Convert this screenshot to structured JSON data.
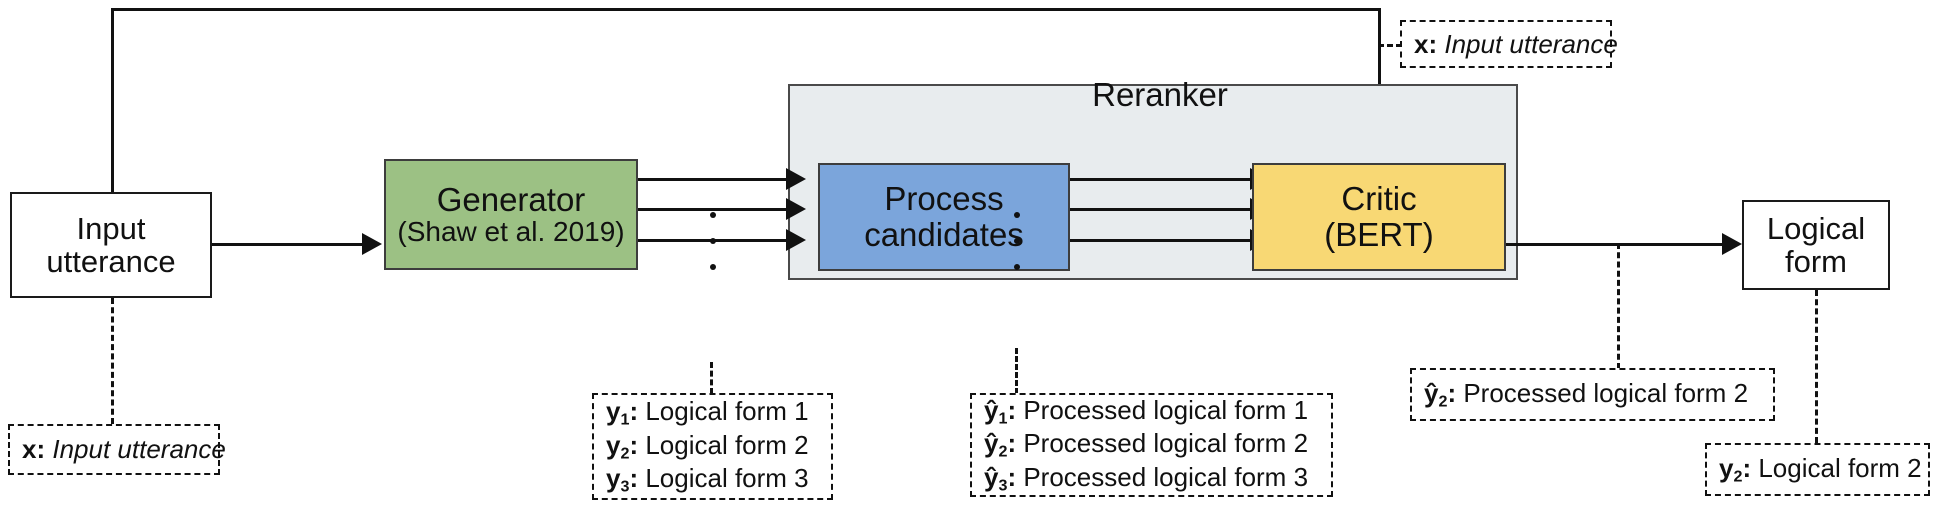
{
  "diagram": {
    "title": "Generator-Reranker semantic parsing pipeline",
    "colors": {
      "generator_fill": "#9cc184",
      "process_fill": "#7ba5db",
      "critic_fill": "#f8d874",
      "reranker_fill": "#e8ecee",
      "stroke": "#1a1a1a"
    },
    "nodes": {
      "input_utterance": {
        "line1": "Input",
        "line2": "utterance"
      },
      "generator": {
        "line1": "Generator",
        "line2": "(Shaw et al. 2019)"
      },
      "process_candidates": {
        "line1": "Process",
        "line2": "candidates"
      },
      "critic": {
        "line1": "Critic",
        "line2": "(BERT)"
      },
      "logical_form": {
        "line1": "Logical",
        "line2": "form"
      },
      "reranker_group": {
        "label": "Reranker"
      }
    },
    "legends": {
      "input_bottom": {
        "symbol": "x",
        "separator": ":",
        "text": "Input utterance"
      },
      "input_top_right": {
        "symbol": "x",
        "separator": ":",
        "text": "Input utterance"
      },
      "generator_candidates": {
        "rows": [
          {
            "symbol": "y",
            "subscript": "1",
            "separator": ":",
            "text": "Logical form 1"
          },
          {
            "symbol": "y",
            "subscript": "2",
            "separator": ":",
            "text": "Logical form 2"
          },
          {
            "symbol": "y",
            "subscript": "3",
            "separator": ":",
            "text": "Logical form 3"
          }
        ]
      },
      "processed_candidates": {
        "rows": [
          {
            "symbol": "ŷ",
            "subscript": "1",
            "separator": ":",
            "text": "Processed logical form 1"
          },
          {
            "symbol": "ŷ",
            "subscript": "2",
            "separator": ":",
            "text": "Processed logical form 2"
          },
          {
            "symbol": "ŷ",
            "subscript": "3",
            "separator": ":",
            "text": "Processed logical form 3"
          }
        ]
      },
      "selected_processed": {
        "symbol": "ŷ",
        "subscript": "2",
        "separator": ":",
        "text": "Processed logical form 2"
      },
      "selected_logical": {
        "symbol": "y",
        "subscript": "2",
        "separator": ":",
        "text": "Logical form 2"
      }
    }
  }
}
